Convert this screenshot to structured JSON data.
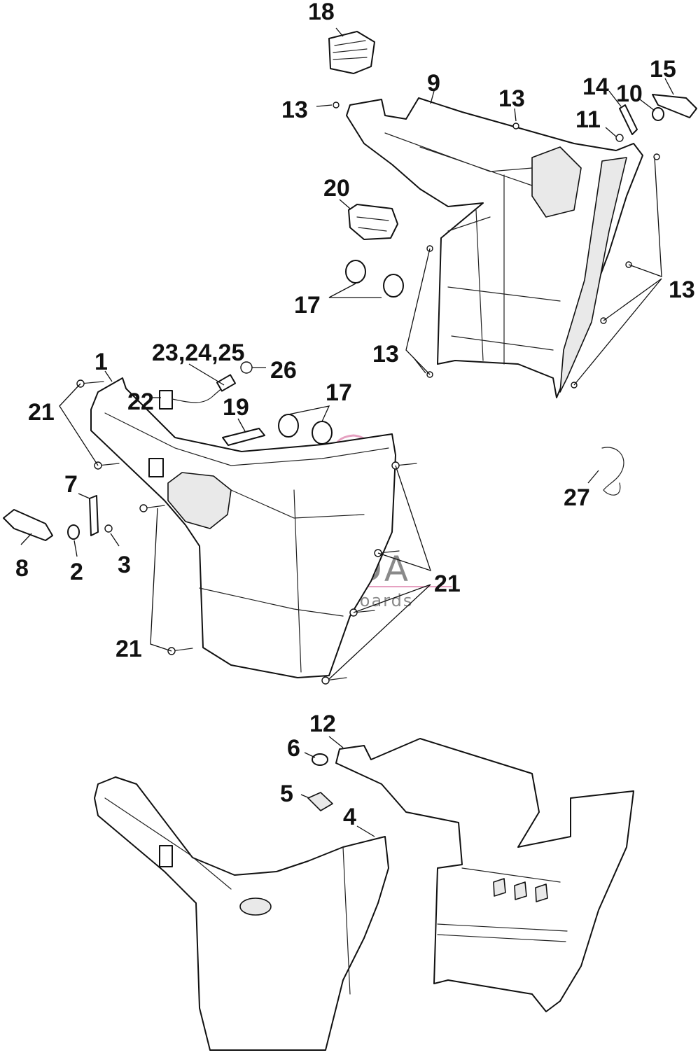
{
  "watermark": {
    "brand": "ARMADA",
    "tagline": "marine outboards",
    "accent_color": "#e6a1c1",
    "text_color": "#8a8a8a"
  },
  "callouts": {
    "c1": "1",
    "c2": "2",
    "c3": "3",
    "c4": "4",
    "c5": "5",
    "c6": "6",
    "c7": "7",
    "c8": "8",
    "c9": "9",
    "c10": "10",
    "c11": "11",
    "c12": "12",
    "c13": "13",
    "c14": "14",
    "c15": "15",
    "c17": "17",
    "c18": "18",
    "c19": "19",
    "c20": "20",
    "c21": "21",
    "c22": "22",
    "c23": "23,24,25",
    "c26": "26",
    "c27": "27"
  }
}
